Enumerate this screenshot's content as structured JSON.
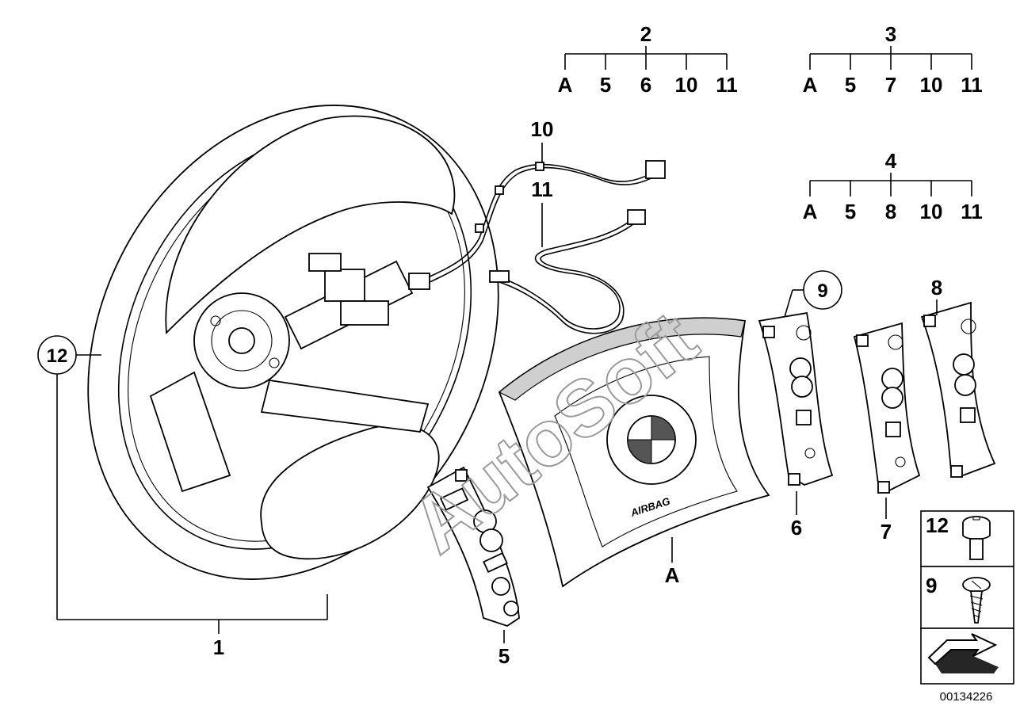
{
  "labels": {
    "kit2": {
      "number": "2",
      "children": [
        "A",
        "5",
        "6",
        "10",
        "11"
      ]
    },
    "kit3": {
      "number": "3",
      "children": [
        "A",
        "5",
        "7",
        "10",
        "11"
      ]
    },
    "kit4": {
      "number": "4",
      "children": [
        "A",
        "5",
        "8",
        "10",
        "11"
      ]
    },
    "wire10": "10",
    "wire11": "11",
    "circle12": "12",
    "circle9": "9",
    "switch8": "8",
    "switch6": "6",
    "switch7": "7",
    "airbag": "A",
    "steering_wheel": "1",
    "switch5": "5",
    "legend_screw12": "12",
    "legend_screw9": "9"
  },
  "watermark": "AutoSoft",
  "airbag_text": "AIRBAG",
  "part_number": "00134226"
}
